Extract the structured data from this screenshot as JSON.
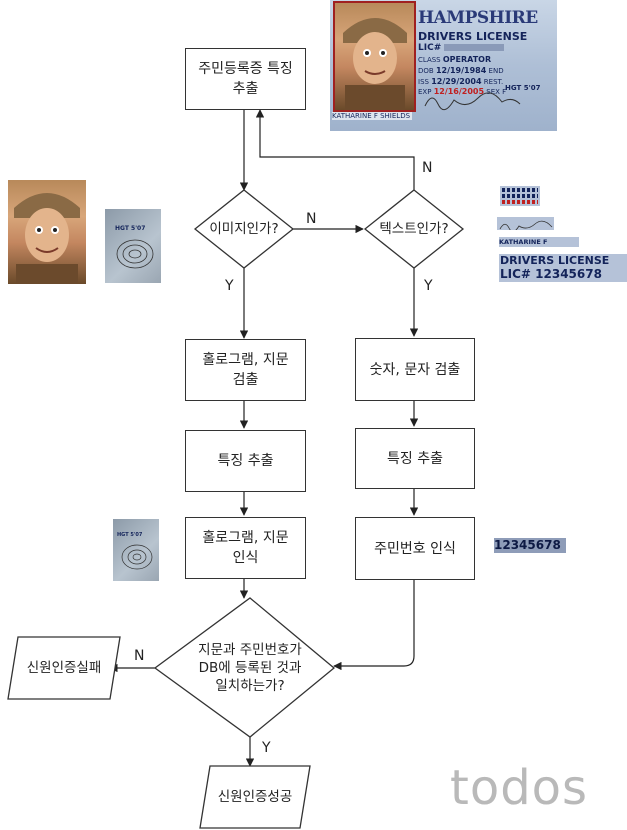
{
  "boxes": {
    "extract_top": "주민등록증 특징\n추출",
    "hologram_detect": "홀로그램, 지문\n검출",
    "feature_left": "특징 추출",
    "hologram_recog": "홀로그램, 지문\n인식",
    "char_detect": "숫자, 문자 검출",
    "feature_right": "특징 추출",
    "id_recog": "주민번호 인식"
  },
  "decisions": {
    "is_image": "이미지인가?",
    "is_text": "텍스트인가?",
    "match": "지문과 주민번호가\nDB에 등록된 것과\n일치하는가?"
  },
  "outputs": {
    "fail": "신원인증실패",
    "success": "신원인증성공"
  },
  "edge_labels": {
    "n_top": "N",
    "n_mid": "N",
    "y_left": "Y",
    "y_right": "Y",
    "n_fail": "N",
    "y_success": "Y"
  },
  "license": {
    "state": "HAMPSHIRE",
    "title": "DRIVERS LICENSE",
    "lic_label": "LIC#",
    "class_label": "CLASS",
    "class_value": "OPERATOR",
    "dob_label": "DOB",
    "dob": "12/19/1984",
    "iss_label": "ISS",
    "iss": "12/29/2004",
    "exp_label": "EXP",
    "exp": "12/16/2005",
    "end_label": "END",
    "rest_label": "REST.",
    "sex": "SEX F",
    "hgt": "HGT 5'07",
    "name": "KATHARINE F SHIELDS"
  },
  "crops": {
    "hgt": "HGT 5'07",
    "name": "KATHARINE F SHIE_DS",
    "title": "DRIVERS LICENSE",
    "lic": "LIC# 12345678",
    "number": "12345678"
  },
  "watermark": "todos"
}
